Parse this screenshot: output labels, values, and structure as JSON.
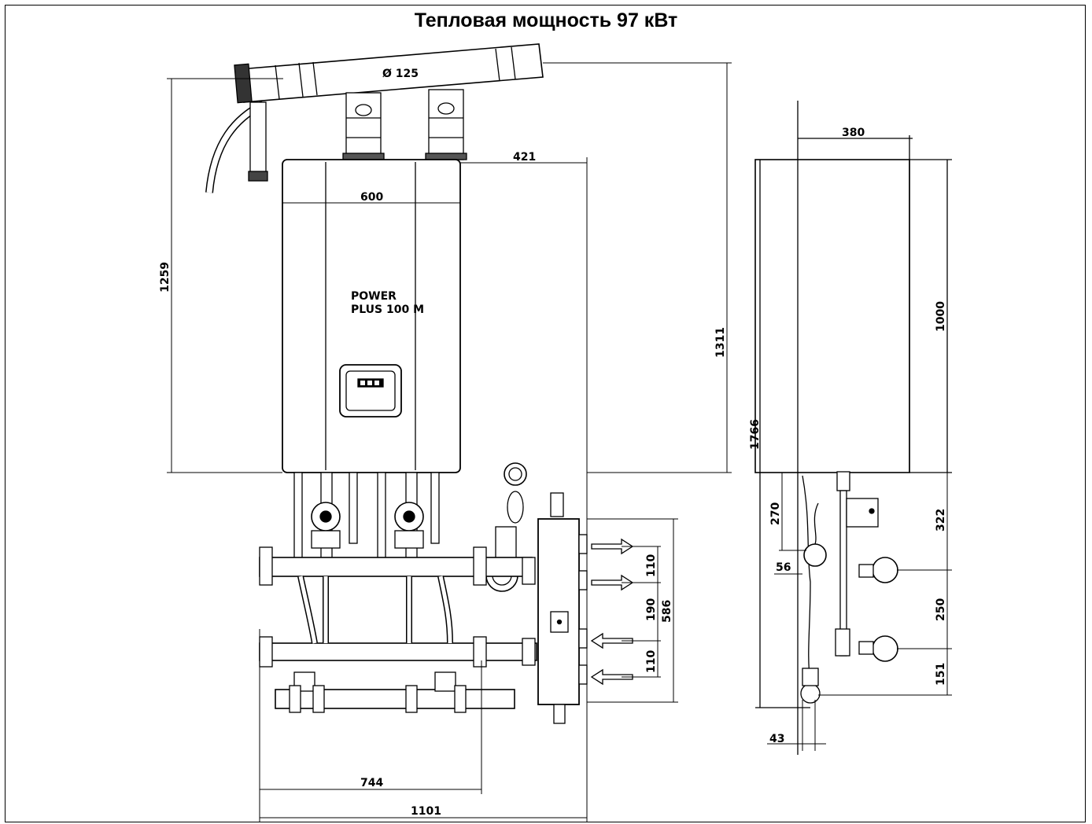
{
  "title": "Тепловая мощность 97 кВт",
  "boiler": {
    "model_line1": "POWER",
    "model_line2": "PLUS 100 M"
  },
  "flue": {
    "diameter_label": "Ø 125"
  },
  "dimensions": {
    "boiler_width": "600",
    "boiler_offset_right": "421",
    "boiler_height": "1259",
    "total_height_right": "1311",
    "total_height_side": "1766",
    "side_depth": "380",
    "side_height": "1000",
    "hydro_270": "270",
    "hydro_56": "56",
    "hydro_322": "322",
    "hydro_250": "250",
    "hydro_151": "151",
    "hydro_43": "43",
    "pipe_110_top": "110",
    "pipe_190": "190",
    "pipe_110_bottom": "110",
    "pipe_586": "586",
    "width_744": "744",
    "width_1101": "1101"
  }
}
